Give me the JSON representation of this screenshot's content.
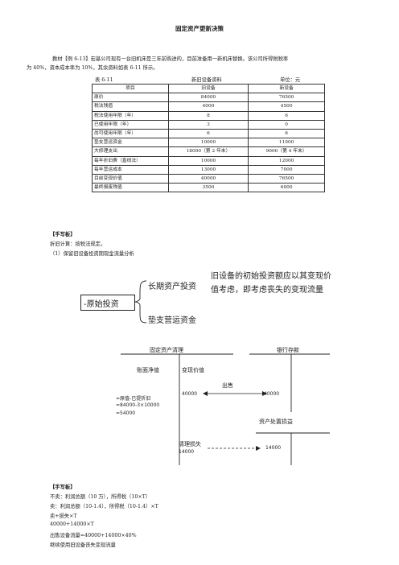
{
  "title": "固定资产更新决策",
  "intro": {
    "line1": "教材【例 6-13】宏基公司现有一台旧机床是三年前购进的，目前准备用一新机床替换。该公司所得税税率",
    "line2": "为 40%，资本成本率为 10%，其余资料如表 6-11 所示。"
  },
  "table": {
    "caption_no": "表 6-11",
    "caption_title": "新旧设备资料",
    "caption_unit": "单位：元",
    "headers": [
      "项目",
      "旧设备",
      "新设备"
    ],
    "rows": [
      [
        "原价",
        "84000",
        "76500"
      ],
      [
        "税法残值",
        "4000",
        "4500"
      ],
      [
        "税法使用年限（年）",
        "8",
        "6"
      ],
      [
        "已使用年限（年）",
        "3",
        "0"
      ],
      [
        "尚可使用年限（年）",
        "6",
        "6"
      ],
      [
        "垫支营运资金",
        "10000",
        "11000"
      ],
      [
        "大修理支出",
        "18000（第 2 年末）",
        "9000（第 4 年末）"
      ],
      [
        "每年折旧费（直线法）",
        "10000",
        "12000"
      ],
      [
        "每年营运成本",
        "13000",
        "7000"
      ],
      [
        "目前变现价值",
        "40000",
        "76500"
      ],
      [
        "最终报废残值",
        "3500",
        "6000"
      ]
    ]
  },
  "note1": {
    "heading": "【手写板】",
    "line1": "折旧计算：按税法规定。",
    "line2": "（1）保留旧设备投资期现金流量分析"
  },
  "diagram1": {
    "root": "-原始投资",
    "branch1": "长期资产投资",
    "branch2": "垫支营运资金",
    "comment_line1": "旧设备的初始投资额应以其变现价",
    "comment_line2": "值考虑，即考虑丧失的变现流量"
  },
  "diagram2": {
    "acct_fixed": "固定资产清理",
    "acct_bank": "银行存款",
    "col_book": "账面净值",
    "col_realize": "变现价值",
    "sell": "出售",
    "val_realize": "40000",
    "val_bank": "40000",
    "formula1": "=原值-已提折旧",
    "formula2": "=84000-3×10000",
    "formula3": "=54000",
    "acct_disposal": "资产处置损益",
    "loss_label": "清理损失",
    "loss_value": "14000",
    "disposal_value": "14000"
  },
  "note2": {
    "heading": "【手写板】",
    "line1": "不卖：利润总额（10 万），所得税（10×T）",
    "line2": "卖：利润总额（10-1.4），所得税（10-1.4）×T",
    "line3": "卖+损失×T",
    "line4": "40000+14000×T",
    "line5": "出售设备流量=40000+14000×40%",
    "line6": "继续使用旧设备丧失变现流量"
  }
}
